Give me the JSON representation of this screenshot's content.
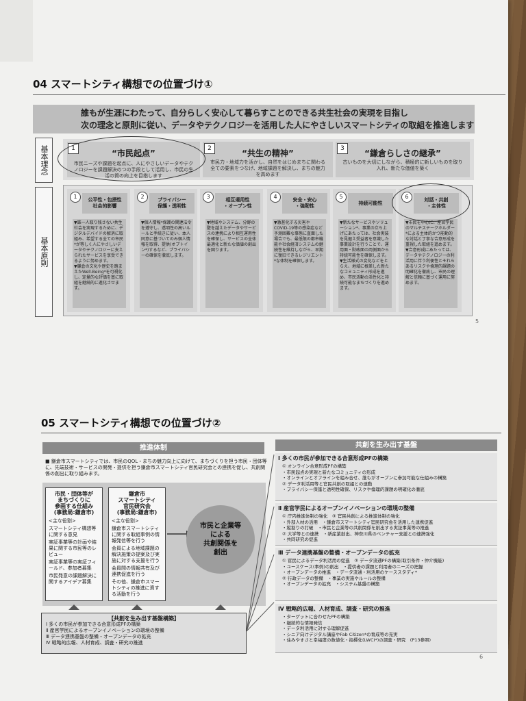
{
  "page1": {
    "title": "04 スマートシティ構想での位置づけ①",
    "banner": {
      "line1": "誰もが生涯にわたって、自分らしく安心して暮らすことのできる共生社会の実現を目指し",
      "line2": "次の理念と原則に従い、データやテクノロジーを活用した人にやさしいスマートシティの取組を推進します"
    },
    "label_ideals": "基本理念",
    "label_principles": "基本原則",
    "ideals": [
      {
        "num": "1",
        "title": "“市民起点”",
        "desc": "市民ニーズや課題を起点に、人にやさしいデータやテクノロジーを課題解決のつの手段として活用し、市民の生活の質の向上を目指します"
      },
      {
        "num": "2",
        "title": "“共生の精神”",
        "desc": "市民力・地域力を活かし、自然をはじめまちに関わる全ての要素をつなげ、地域課題を解決し、まちの魅力を高めます"
      },
      {
        "num": "3",
        "title": "“鎌倉らしさの継承”",
        "desc": "古いものを大切にしながら、積極的に新しいものを取り入れ、新たな価値を築く"
      }
    ],
    "principles": [
      {
        "num": "1",
        "title": "公平性・包摂性\n社会的影響",
        "text": "▼誰一人取り残さない共生社会を実現するために、デジタルデバイドの解消に取組み、希望する全ての市民*が等しく人にやさしいデータやテクノロジーに支えられたサービスを享受できるように努めます。\n▼鎌倉の文化や歴史を踏まえたWell-Being*を可視化し、定量的な評価を基に取組を継続的に進化させます。"
      },
      {
        "num": "2",
        "title": "プライバシー\n保護・透明性",
        "text": "▼個人情報*保護の関連法令を遵守し、透明性の高いルールと手続きに従い、本人同意に基づいてのみ個人情報を取得、提供(オプトイン*)するなど、プライバシーの確保を徹底します。"
      },
      {
        "num": "3",
        "title": "相互運用性\n・オープン性",
        "text": "▼地域やシステム、分野の壁を越えたデータやサービスの連携により相互運用性を確保し、サービスの全体最適化と新たな価値の創出を図ります。"
      },
      {
        "num": "4",
        "title": "安全・安心\n・強靭性",
        "text": "▼激甚化する災害やCOVID-19等の感染症など予測困難な事態に直面した場合でも、最低限の都市機能や社会経済システムの継続性を維持しながら、早期に復旧できるレジリエント*な体制を確保します。"
      },
      {
        "num": "5",
        "title": "持続可能性",
        "text": "▼新たなサービスやソリューション*、事業の立ち上げにあたっては、社会実装を見据え受益者を意識した事業設計を行うことで、運用面・財政面の両側面から持続可能性を確保します。\n▼生活様式の変化などをとらえ、地域に根差した新たなコミュニティ形成を進め、市民活動の活性化と持続可能なまちづくりを進めます。"
      },
      {
        "num": "6",
        "title": "対話・共創\n・主体性",
        "text": "▼市民を中心に、産官学民のマルチステークホルダー*による主体的かつ能動的な対話と丁寧な合意形成を重視した取組を進めます。\n▼合意形成にあたっては、データやテクノロジーの利活用に伴う利便性とそれらあるリスクや倫理的課題の明確化を徹底し、市民の理解と信頼に基づく運用に努めます。"
      }
    ],
    "page_number": "5"
  },
  "page2": {
    "title": "05 スマートシティ構想での位置づけ②",
    "left_header": "推進体制",
    "intro": "鎌倉市スマートシティでは、市民のQOL・まちの魅力向上に向けて、まちづくりを担う市民・団体等に、先端技術・サービスの開発・提供を担う鎌倉市スマートシティ官民研究会との連携を促し、共創関係の創出に取り組みます。",
    "box1": {
      "title": "市民・団体等が\nまちづくりに\n参画する仕組み\n(事務局:鎌倉市)",
      "role": "<主な役割>",
      "items": [
        "スマートシティ構想等に関する意見",
        "実証事業等の計画や結果に関する市民等のレビュー",
        "実証事業等の実証フィールド、参加者募集",
        "市民発意の課題解決に関するアイデア募集"
      ]
    },
    "box2": {
      "title": "鎌倉市\nスマートシティ\n官民研究会\n(事務局:鎌倉市)",
      "role": "<主な役割>",
      "items": [
        "鎌倉市スマートシティに関する取組事例の情報発信等を行う",
        "会員による地域課題の解決施策の提案及び実施に対する支援を行う",
        "会員間の情報共有及び連携促進を行う",
        "その他、鎌倉市スマートシティの推進に資する活動を行う"
      ]
    },
    "circle": "市民と企業等\nによる\n共創関係を\n創出",
    "summary": {
      "title": "【共創を生み出す基盤構築】",
      "items": [
        "Ⅰ 多くの市民が参加できる合意形成PFの構築",
        "Ⅱ 産官学民によるオープンイノベーションの環境の整備",
        "Ⅲ データ連携基盤の整備・オープンデータの拡充",
        "Ⅳ 戦略的広報、人材育成、調査・研究の推進"
      ]
    },
    "right_header": "共創を生み出す基盤",
    "sections": [
      {
        "title": "Ⅰ 多くの市民が参加できる合意形成PFの構築",
        "lines": [
          "① オンライン合意形成PFの構築",
          "・市民起点の実現と新たなコミュニティの形成",
          "・オンラインとオフラインを組み合せ、誰もがオープンに参加可能な仕組みの構築",
          "② データ利活用等と官民共創の取組との連動",
          "・プライバシー保護と透明性確保、リスクや倫理的課題の明確化の徹底"
        ]
      },
      {
        "title": "Ⅱ 産官学民によるオープンイノベーションの環境の整備",
        "lines": [
          "① 庁内推進体制の強化　③ 官民共創による推進体制の強化",
          "・外部人材の活用　・鎌倉市スマートシティ官民研究会を活用した連携促進",
          "・縦割りの打破　・市民と企業等の共創関係を創出する実証事業等の推進",
          "② 大学等との連携　・新産業創出、神奈川県のベンチャー支援との連携強化",
          "・共同研究の促進"
        ]
      },
      {
        "title": "Ⅲ データ連携基盤の整備・オープンデータの拡充",
        "lines": [
          "① 官民によるデータ利活用の促進　③ データ流通PFの構築(取引条件・仲介機能)",
          "・ユースケース(事例)の創出　・提供者の課題と利用者のニーズの把握",
          "・オープンデータの推進　・データ流通・利活用のケーススタディ*",
          "② 行政データの整備　・事業の実施やルールの整備",
          "・オープンデータの拡充　・システム基盤の構築"
        ]
      },
      {
        "title": "Ⅳ 戦略的広報、人材育成、調査・研究の推進",
        "lines": [
          "・ターゲットに合わせたPFの構築",
          "・継続的な情報発信",
          "・データ利活用に対する理解促進",
          "・シニア向けデジタル講座やFab Citizen*の育成等の充実",
          "・住みやすさと幸福度の数値化・指標化(LWCI*)の調査・研究　(P13参照)"
        ]
      }
    ],
    "page_number": "6"
  }
}
